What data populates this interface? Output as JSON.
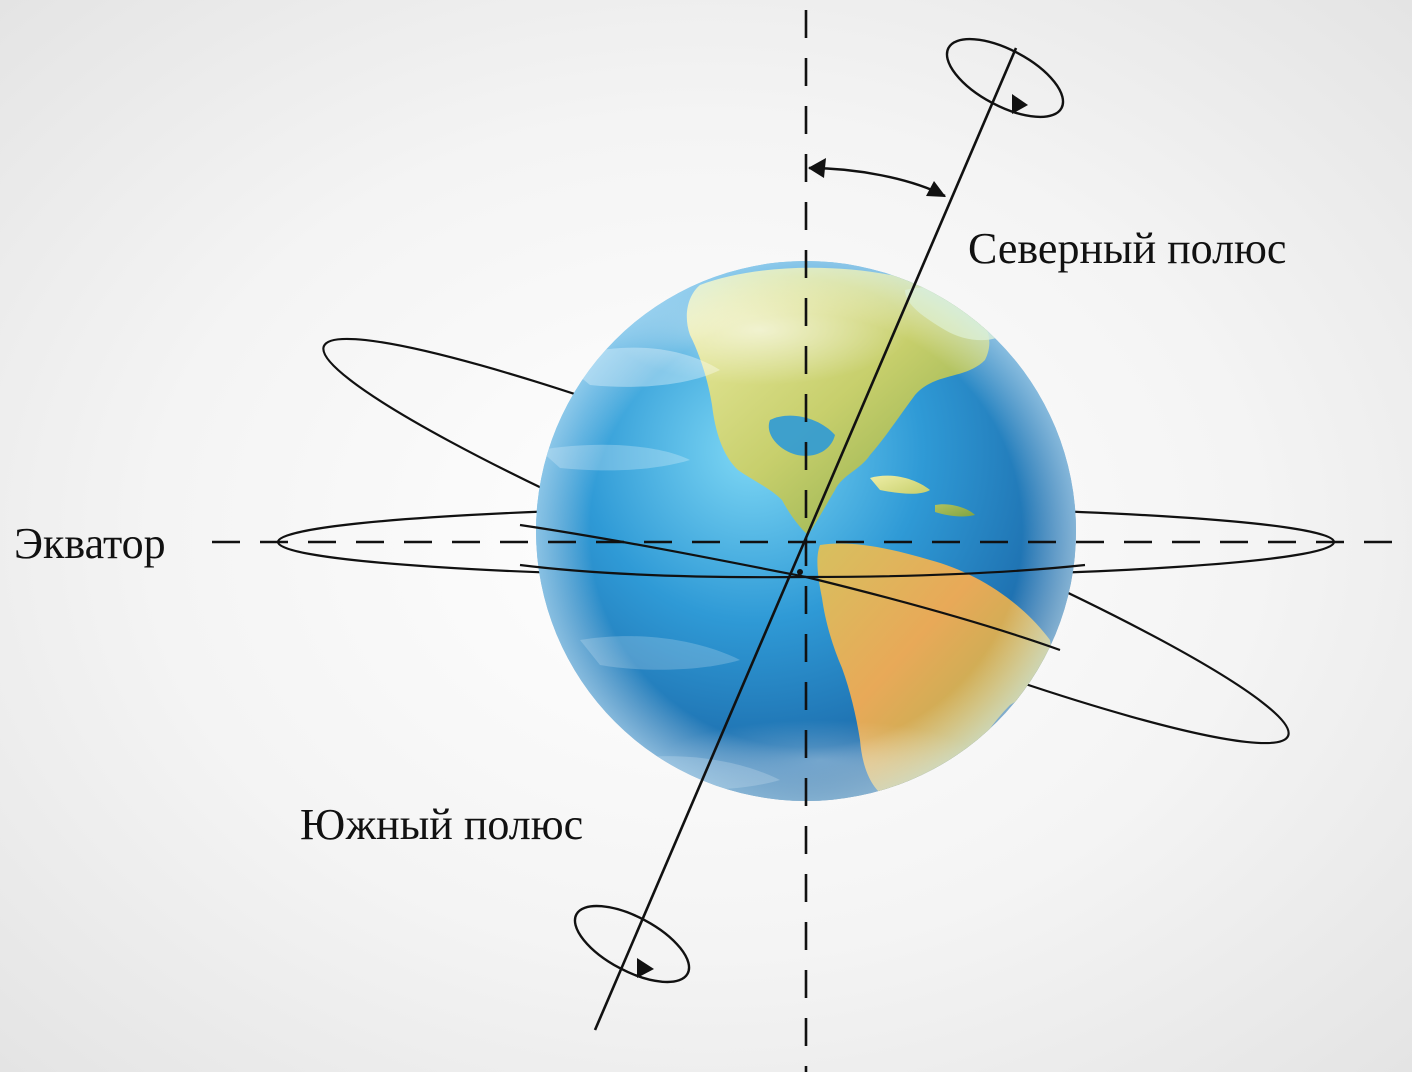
{
  "labels": {
    "north_pole": "Северный полюс",
    "south_pole": "Южный полюс",
    "equator": "Экватор"
  },
  "colors": {
    "ocean_light": "#5fc6ec",
    "ocean_mid": "#2b8fcf",
    "ocean_dark": "#1a5d9a",
    "land_light": "#e6e69a",
    "land_mid": "#b9c463",
    "land_dark": "#6f9a3a",
    "land_desert": "#e7a55a",
    "line": "#111111"
  }
}
